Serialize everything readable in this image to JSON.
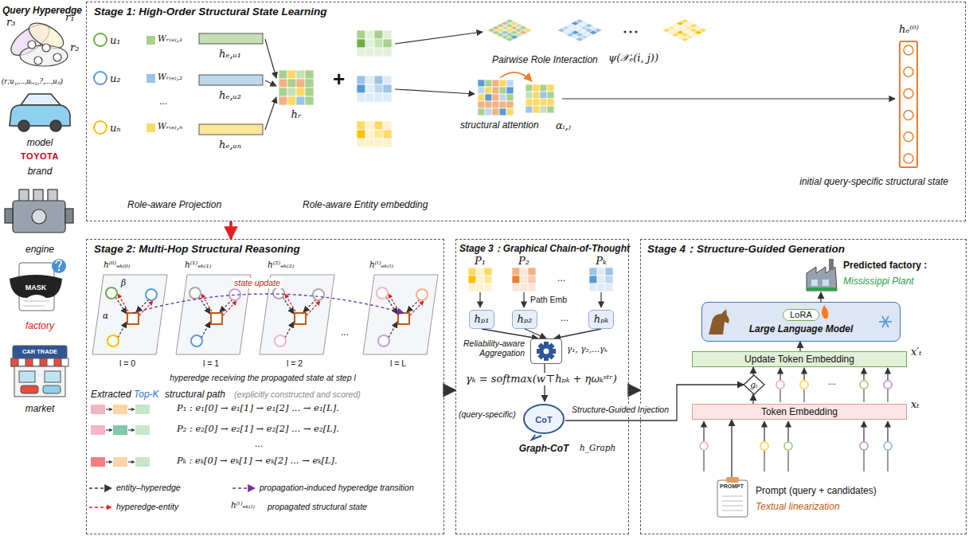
{
  "diagram": {
    "nodes": [
      {
        "text": [
          "Stage 1: High-Order Structural State Learning"
        ]
      },
      {
        "text": [
          "hₑ⁽⁰⁾",
          "initial query-specific structural state"
        ],
        "in": 0
      },
      {
        "text": [
          "Stage 2: Multi-Hop Structural Reasoning"
        ]
      },
      {
        "text": [
          "Stage 3：Graphical Chain-of-Thought"
        ]
      },
      {
        "text": [
          "hₚ₁"
        ],
        "in": 3
      },
      {
        "text": [
          "hₚ₂"
        ],
        "in": 3
      },
      {
        "text": [
          "hₚₖ"
        ],
        "in": 3
      },
      {
        "text": [
          "Reliability-aware Aggregation"
        ],
        "in": 3
      },
      {
        "text": [
          "CoT",
          "Graph-CoT"
        ],
        "in": 3
      },
      {
        "text": [
          "Stage 4：Structure-Guided Generation"
        ]
      },
      {
        "text": [
          "Predicted factory :",
          "Mississippi Plant"
        ],
        "in": 9
      },
      {
        "text": [
          "LoRA",
          "Large Language Model"
        ],
        "in": 9
      },
      {
        "text": [
          "Update Token Embedding",
          "x′ₜ"
        ],
        "in": 9
      },
      {
        "text": [
          "gₜ"
        ],
        "in": 9
      },
      {
        "text": [
          "Token Embedding",
          "xₜ"
        ],
        "in": 9
      },
      {
        "text": [
          "PROMPT",
          "Prompt (query + candidates)",
          "Textual linearization"
        ],
        "in": 9
      }
    ],
    "edges": [
      {
        "from": 0,
        "to": 2,
        "arrow": "to"
      },
      {
        "from": 2,
        "to": 3,
        "arrow": "to"
      },
      {
        "from": 3,
        "to": 9,
        "arrow": "to"
      },
      {
        "from": 4,
        "to": 7,
        "arrow": "to"
      },
      {
        "from": 5,
        "to": 7,
        "arrow": "to"
      },
      {
        "from": 6,
        "to": 7,
        "arrow": "to"
      },
      {
        "from": 7,
        "to": 8,
        "arrow": "to"
      },
      {
        "from": 8,
        "to": 13,
        "arrow": "to",
        "label": "Structure-Guided Injection"
      },
      {
        "from": 15,
        "to": 14,
        "arrow": "to"
      },
      {
        "from": 14,
        "to": 13,
        "arrow": "to"
      },
      {
        "from": 13,
        "to": 12,
        "arrow": "to"
      },
      {
        "from": 12,
        "to": 11,
        "arrow": "to"
      },
      {
        "from": 11,
        "to": 10,
        "arrow": "to"
      }
    ],
    "labels": [
      "Query Hyperedge",
      "r₃",
      "r₁",
      "r₂",
      "(r;u₁,...,uᵢ₋₁,?,...,uₙ)",
      "model",
      "TOYOTA",
      "brand",
      "engine",
      "MASK",
      "factory",
      "CAR TRADE",
      "market",
      "u₁",
      "u₂",
      "uₙ",
      "Wᵣ₍ₑ₎,₁",
      "Wᵣ₍ₑ₎,₂",
      "...",
      "Wᵣ₍ₑ₎,ₙ",
      "hₑ,ᵤ₁",
      "hₑ,ᵤ₂",
      "hₑ,ᵤₙ",
      "hᵣ",
      "+",
      "Role-aware Projection",
      "Role-aware Entity embedding",
      "Pairwise Role Interaction",
      "ψ(𝒳ₑ(i, j))",
      "structural attention",
      "αᵢ,ⱼ",
      "h⁽⁰⁾ₑₖ₍₀₎",
      "h⁽¹⁾ₑₖ₍₁₎",
      "h⁽²⁾ₑₖ₍₂₎",
      "h⁽ˡ⁾ₑₖ₍ₗ₎",
      "state update",
      "α",
      "β",
      "l = 0",
      "l = 1",
      "l = 2",
      "...",
      "l = L",
      "hyperedge receiving the propagated state at step l",
      "Extracted",
      "Top-K",
      "structural path",
      "(explicitly constructed and scored)",
      "P₁ : e₁[0] → e₁[1] → e₁[2] ... → e₁[L].",
      "P₂ : e₂[0] → e₂[1] → e₂[2] ... → e₂[L].",
      "...",
      "Pₖ : eₖ[0] → eₖ[1] → eₖ[2] ... → eₖ[L].",
      "h⁽ˡ⁾ₑₖ₍ₗ₎",
      "P₁",
      "P₂",
      "...",
      "Pₖ",
      "Path Emb",
      "...",
      "γ₁, γ₂,...γₖ",
      "γₖ = softmax(w⊤hₚₖ + ηωₖˢᵗʳ)",
      "(query-specific)",
      "h_Graph",
      "..."
    ],
    "legend": [
      {
        "text": "entity–hyperedge"
      },
      {
        "text": "hyperedge-entity"
      },
      {
        "text": "propagation-induced hyperedge transition"
      },
      {
        "text": "propagated structural state"
      }
    ]
  }
}
